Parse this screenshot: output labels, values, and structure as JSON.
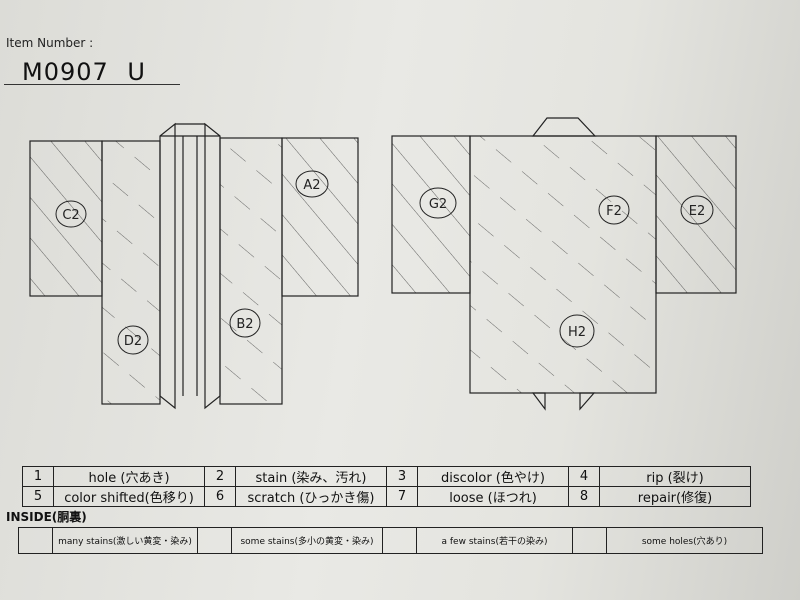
{
  "header": {
    "item_label": "Item Number :",
    "item_number": "M0907  U"
  },
  "front_view": {
    "markers": [
      "C2",
      "A2",
      "D2",
      "B2"
    ]
  },
  "back_view": {
    "markers": [
      "G2",
      "F2",
      "E2",
      "H2"
    ]
  },
  "legend": {
    "rows": [
      [
        {
          "num": "1",
          "label": "hole (穴あき)"
        },
        {
          "num": "2",
          "label": "stain (染み、汚れ)"
        },
        {
          "num": "3",
          "label": "discolor (色やけ)"
        },
        {
          "num": "4",
          "label": "rip (裂け)"
        }
      ],
      [
        {
          "num": "5",
          "label": "color shifted(色移り)"
        },
        {
          "num": "6",
          "label": "scratch (ひっかき傷)"
        },
        {
          "num": "7",
          "label": "loose (ほつれ)"
        },
        {
          "num": "8",
          "label": "repair(修復)"
        }
      ]
    ]
  },
  "inside": {
    "title": "INSIDE(胴裏)",
    "options": [
      "many stains(激しい黄変・染み)",
      "some stains(多小の黄変・染み)",
      "a few stains(若干の染み)",
      "some holes(穴あり)"
    ]
  },
  "colors": {
    "ink": "#1a1a1a",
    "paper": "#e6e6e1",
    "hatch": "#222222"
  }
}
